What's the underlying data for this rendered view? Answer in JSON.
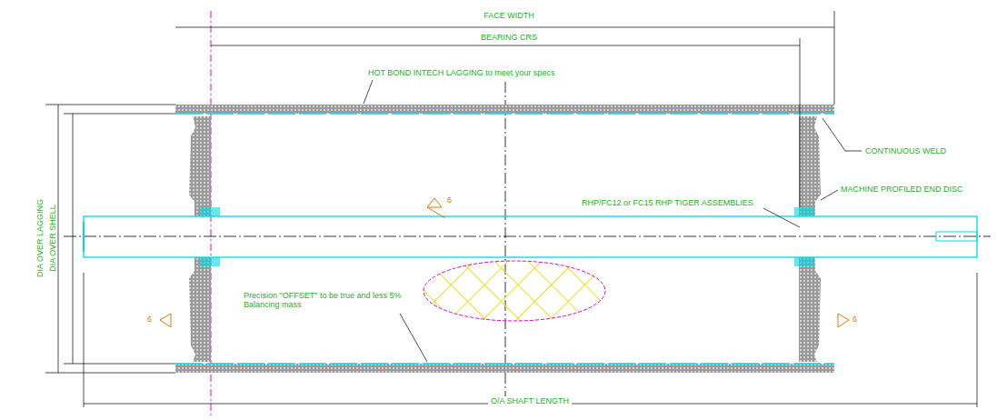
{
  "diagram": {
    "labels": [
      "FACE WIDTH",
      "BEARING CRS",
      "HOT BOND INTECH LAGGING to meet your specs",
      "CONTINUOUS WELD",
      "MACHINE PROFILED END DISC",
      "RHP/FC12 or FC15 RHP TIGER ASSEMBLIES",
      "Precision \"OFFSET\" to be true and less 5% Balancing mass",
      "O/A SHAFT LENGTH",
      "DIA OVER LAGGING",
      "DIA OVER SHELL",
      "6",
      "6",
      "6"
    ]
  }
}
